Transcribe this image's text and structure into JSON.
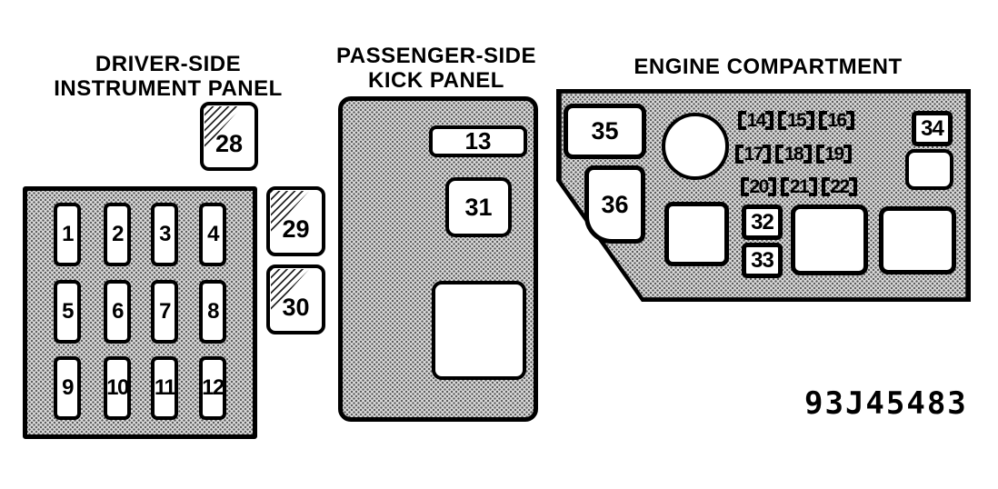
{
  "figure_code": "93J45483",
  "driver_panel": {
    "title_line1": "DRIVER-SIDE",
    "title_line2": "INSTRUMENT PANEL",
    "grid_fuses": [
      "1",
      "2",
      "3",
      "4",
      "5",
      "6",
      "7",
      "8",
      "9",
      "10",
      "11",
      "12"
    ],
    "fuse_28": "28",
    "fuse_29": "29",
    "fuse_30": "30"
  },
  "kick_panel": {
    "title_line1": "PASSENGER-SIDE",
    "title_line2": "KICK PANEL",
    "fuse_13": "13",
    "fuse_31": "31",
    "unlabeled_blocks": 1
  },
  "engine_panel": {
    "title": "ENGINE COMPARTMENT",
    "fuse_35": "35",
    "fuse_36": "36",
    "mini_fuses": [
      "14",
      "15",
      "16",
      "17",
      "18",
      "19",
      "20",
      "21",
      "22"
    ],
    "fuse_34": "34",
    "fuse_32": "32",
    "fuse_33": "33",
    "unlabeled_blocks": 3,
    "has_round_relay": true
  },
  "colors": {
    "line": "#000000",
    "panel_fill": "#dcdcdc",
    "background": "#ffffff"
  }
}
